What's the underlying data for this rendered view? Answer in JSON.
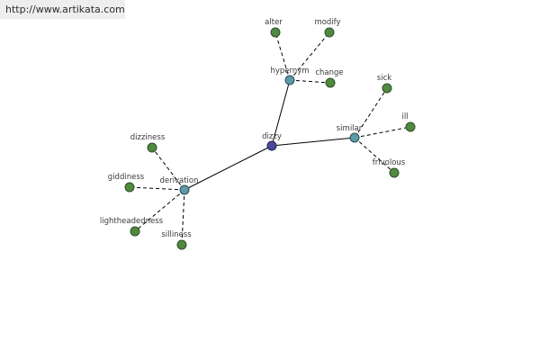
{
  "source": {
    "url_text": "http://www.artikata.com"
  },
  "graph": {
    "nodes": [
      {
        "id": "dizzy",
        "label": "dizzy",
        "kind": "root",
        "color": "#4a4a9c"
      },
      {
        "id": "hypernym",
        "label": "hypernym",
        "kind": "relation",
        "color": "#5b9aa6"
      },
      {
        "id": "similar",
        "label": "similar",
        "kind": "relation",
        "color": "#5b9aa6"
      },
      {
        "id": "derivation",
        "label": "derivation",
        "kind": "relation",
        "color": "#5b9aa6"
      },
      {
        "id": "alter",
        "label": "alter",
        "kind": "leaf",
        "color": "#4f8a3f"
      },
      {
        "id": "modify",
        "label": "modify",
        "kind": "leaf",
        "color": "#4f8a3f"
      },
      {
        "id": "change",
        "label": "change",
        "kind": "leaf",
        "color": "#4f8a3f"
      },
      {
        "id": "sick",
        "label": "sick",
        "kind": "leaf",
        "color": "#4f8a3f"
      },
      {
        "id": "ill",
        "label": "ill",
        "kind": "leaf",
        "color": "#4f8a3f"
      },
      {
        "id": "frivolous",
        "label": "frivolous",
        "kind": "leaf",
        "color": "#4f8a3f"
      },
      {
        "id": "dizziness",
        "label": "dizziness",
        "kind": "leaf",
        "color": "#4f8a3f"
      },
      {
        "id": "giddiness",
        "label": "giddiness",
        "kind": "leaf",
        "color": "#4f8a3f"
      },
      {
        "id": "lightheadedness",
        "label": "lightheadedness",
        "kind": "leaf",
        "color": "#4f8a3f"
      },
      {
        "id": "silliness",
        "label": "silliness",
        "kind": "leaf",
        "color": "#4f8a3f"
      }
    ],
    "edges": [
      {
        "from": "dizzy",
        "to": "hypernym",
        "style": "solid"
      },
      {
        "from": "dizzy",
        "to": "similar",
        "style": "solid"
      },
      {
        "from": "dizzy",
        "to": "derivation",
        "style": "solid"
      },
      {
        "from": "hypernym",
        "to": "alter",
        "style": "dashed"
      },
      {
        "from": "hypernym",
        "to": "modify",
        "style": "dashed"
      },
      {
        "from": "hypernym",
        "to": "change",
        "style": "dashed"
      },
      {
        "from": "similar",
        "to": "sick",
        "style": "dashed"
      },
      {
        "from": "similar",
        "to": "ill",
        "style": "dashed"
      },
      {
        "from": "similar",
        "to": "frivolous",
        "style": "dashed"
      },
      {
        "from": "derivation",
        "to": "dizziness",
        "style": "dashed"
      },
      {
        "from": "derivation",
        "to": "giddiness",
        "style": "dashed"
      },
      {
        "from": "derivation",
        "to": "lightheadedness",
        "style": "dashed"
      },
      {
        "from": "derivation",
        "to": "silliness",
        "style": "dashed"
      }
    ]
  }
}
